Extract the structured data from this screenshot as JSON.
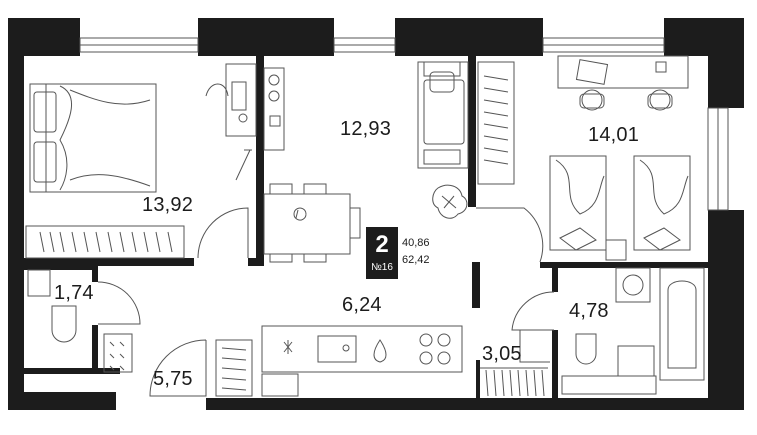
{
  "rooms": {
    "bedroom": "13,92",
    "living": "12,93",
    "kids": "14,01",
    "wc": "1,74",
    "kitchen": "6,24",
    "bath": "4,78",
    "hall": "5,75",
    "wardrobe": "3,05"
  },
  "badge": {
    "rooms_count": "2",
    "apartment_no": "№16",
    "living_area": "40,86",
    "total_area": "62,42"
  },
  "colors": {
    "wall": "#1c1c1c",
    "line": "#555555",
    "background": "#ffffff"
  }
}
